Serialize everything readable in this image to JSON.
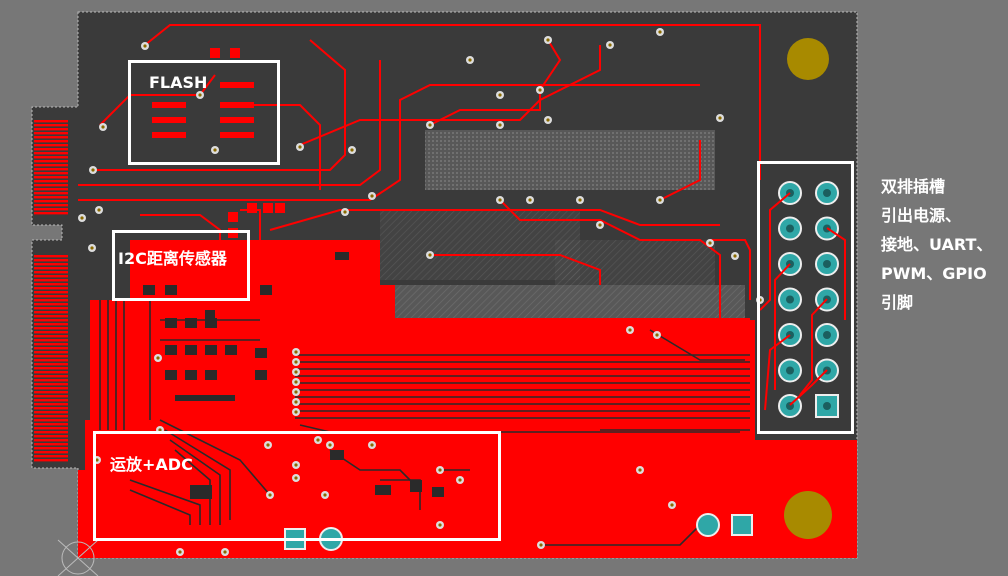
{
  "labels": {
    "flash": "FLASH",
    "i2c_sensor": "I2C距离传感器",
    "amp_adc": "运放+ADC"
  },
  "header_note": {
    "lines": [
      "双排插槽",
      "引出电源、",
      "接地、UART、",
      "PWM、GPIO",
      "引脚"
    ]
  },
  "colors": {
    "background": "#777777",
    "board_dark": "#3a3a3a",
    "copper": "#ff0000",
    "pad": "#2fa7a7",
    "mounting_hole": "#a88a00",
    "annotation": "#ffffff"
  }
}
